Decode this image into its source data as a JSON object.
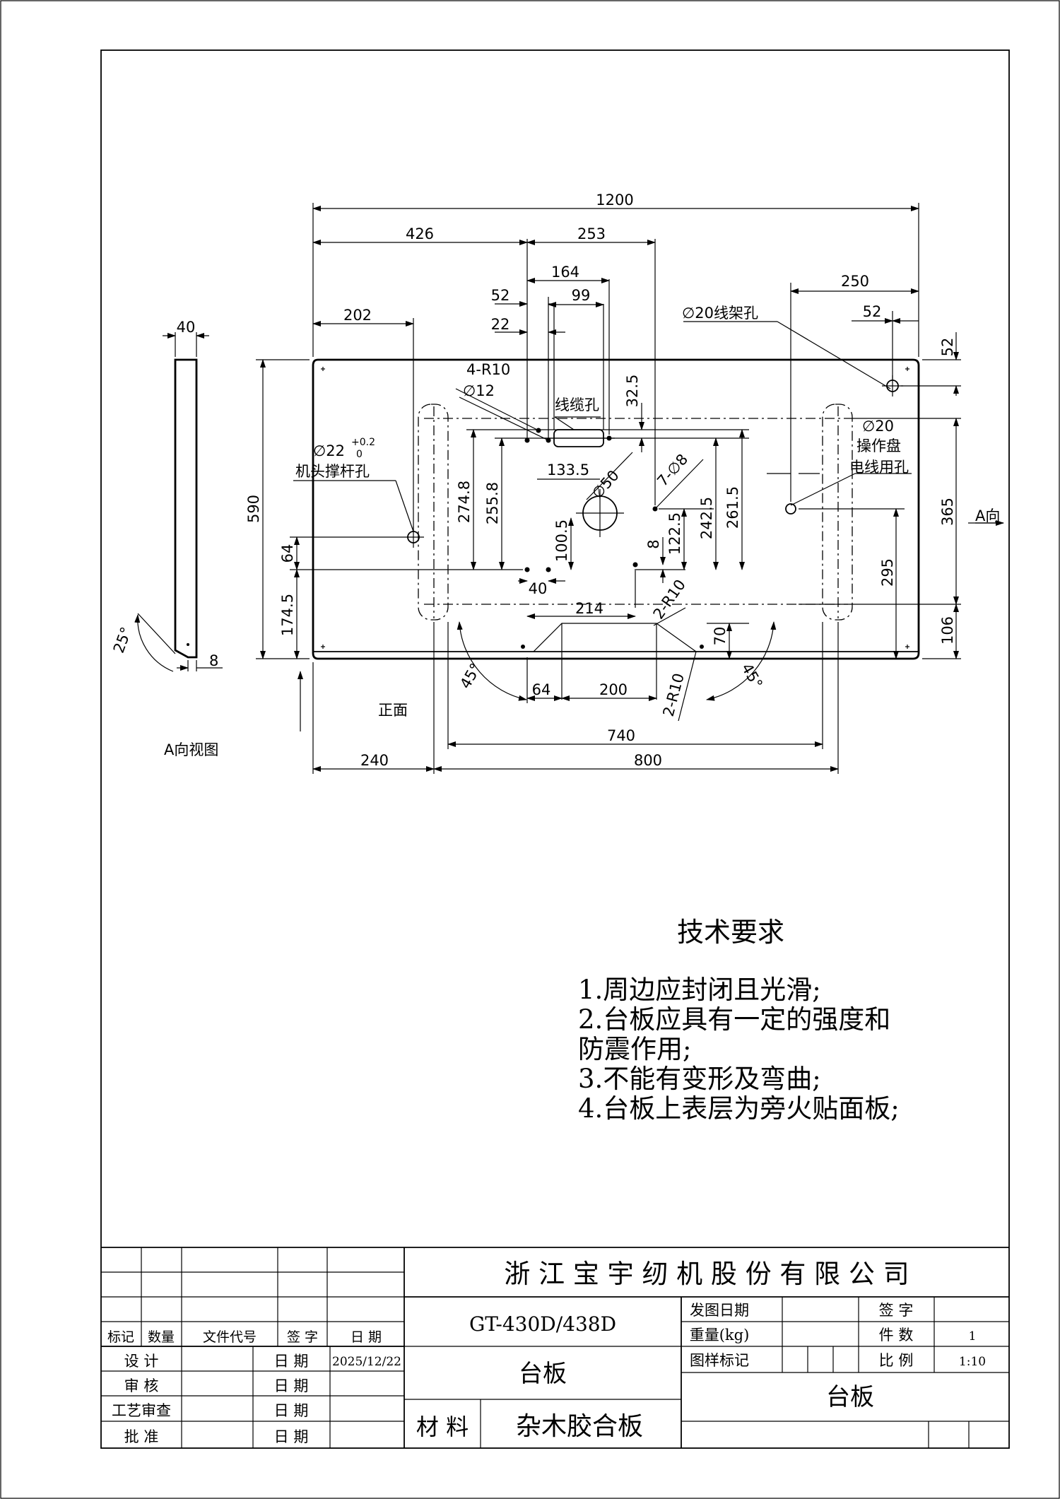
{
  "dims": {
    "d1200": "1200",
    "d426": "426",
    "d253": "253",
    "d164": "164",
    "d52a": "52",
    "d99": "99",
    "d22": "22",
    "d202": "202",
    "d250": "250",
    "d52b": "52",
    "d52c": "52",
    "d365": "365",
    "d106": "106",
    "d295": "295",
    "d590": "590",
    "d64v": "64",
    "d174": "174.5",
    "d274": "274.8",
    "d255": "255.8",
    "d133": "133.5",
    "d100": "100.5",
    "d40h": "40",
    "d214": "214",
    "d32": "32.5",
    "d122": "122.5",
    "d242": "242.5",
    "d261": "261.5",
    "d8a": "8",
    "d70": "70",
    "d64h": "64",
    "d200": "200",
    "d740": "740",
    "d240": "240",
    "d800": "800",
    "d40top": "40",
    "d8side": "8",
    "ang25": "25°",
    "ang45a": "45°",
    "ang45b": "45°",
    "r2a": "2-R10",
    "r2b": "2-R10",
    "r4": "4-R10",
    "phi12": "∅12",
    "phi50": "∅50",
    "phi7_8": "7-∅8",
    "phi20a": "∅20线架孔",
    "phi20b": "∅20",
    "phi22": "∅22",
    "tolUp": "+0.2",
    "tolDn": "0"
  },
  "labels": {
    "cable_hole": "线缆孔",
    "panel_line1": "操作盘",
    "panel_line2": "电线用孔",
    "head_rod_hole": "机头撑杆孔",
    "a_dir": "A向",
    "front": "正面",
    "a_view": "A向视图"
  },
  "requirements": {
    "title": "技术要求",
    "items": [
      "1.周边应封闭且光滑;",
      "2.台板应具有一定的强度和",
      "防震作用;",
      "3.不能有变形及弯曲;",
      "4.台板上表层为旁火贴面板;"
    ]
  },
  "title_block": {
    "company": "浙 江 宝 宇 纫 机 股 份 有 限 公 司",
    "model": "GT-430D/438D",
    "part_name": "台板",
    "part_name2": "台板",
    "material_label": "材 料",
    "material": "杂木胶合板",
    "rev_headers": [
      "标记",
      "数量",
      "文件代号",
      "签 字",
      "日 期"
    ],
    "roles": [
      "设 计",
      "审 核",
      "工艺审查",
      "批 准"
    ],
    "date_label": "日 期",
    "design_date": "2025/12/22",
    "issue_date_label": "发图日期",
    "weight_label": "重量(kg)",
    "mark_label": "图样标记",
    "sign_label": "签 字",
    "qty_label": "件 数",
    "qty": "1",
    "scale_label": "比 例",
    "scale": "1:10"
  }
}
